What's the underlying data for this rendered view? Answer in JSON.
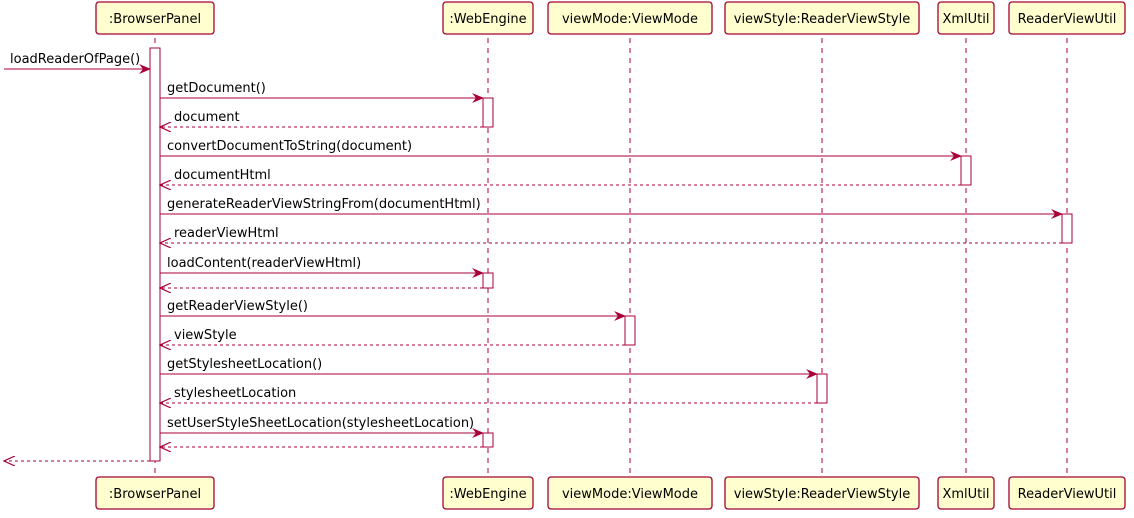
{
  "participants": [
    {
      "id": "bp",
      "label": ":BrowserPanel"
    },
    {
      "id": "we",
      "label": ":WebEngine"
    },
    {
      "id": "vm",
      "label": "viewMode:ViewMode"
    },
    {
      "id": "vs",
      "label": "viewStyle:ReaderViewStyle"
    },
    {
      "id": "xu",
      "label": "XmlUtil"
    },
    {
      "id": "ru",
      "label": "ReaderViewUtil"
    }
  ],
  "messages": [
    {
      "from": "ext",
      "to": "bp",
      "label": "loadReaderOfPage()",
      "kind": "call"
    },
    {
      "from": "bp",
      "to": "we",
      "label": "getDocument()",
      "kind": "call"
    },
    {
      "from": "we",
      "to": "bp",
      "label": "document",
      "kind": "return"
    },
    {
      "from": "bp",
      "to": "xu",
      "label": "convertDocumentToString(document)",
      "kind": "call"
    },
    {
      "from": "xu",
      "to": "bp",
      "label": "documentHtml",
      "kind": "return"
    },
    {
      "from": "bp",
      "to": "ru",
      "label": "generateReaderViewStringFrom(documentHtml)",
      "kind": "call"
    },
    {
      "from": "ru",
      "to": "bp",
      "label": "readerViewHtml",
      "kind": "return"
    },
    {
      "from": "bp",
      "to": "we",
      "label": "loadContent(readerViewHtml)",
      "kind": "call"
    },
    {
      "from": "we",
      "to": "bp",
      "label": "",
      "kind": "return"
    },
    {
      "from": "bp",
      "to": "vm",
      "label": "getReaderViewStyle()",
      "kind": "call"
    },
    {
      "from": "vm",
      "to": "bp",
      "label": "viewStyle",
      "kind": "return"
    },
    {
      "from": "bp",
      "to": "vs",
      "label": "getStylesheetLocation()",
      "kind": "call"
    },
    {
      "from": "vs",
      "to": "bp",
      "label": "stylesheetLocation",
      "kind": "return"
    },
    {
      "from": "bp",
      "to": "we",
      "label": "setUserStyleSheetLocation(stylesheetLocation)",
      "kind": "call"
    },
    {
      "from": "we",
      "to": "bp",
      "label": "",
      "kind": "return"
    },
    {
      "from": "bp",
      "to": "ext",
      "label": "",
      "kind": "return"
    }
  ],
  "colors": {
    "participant_fill": "#FEFECE",
    "participant_border": "#A80036",
    "arrow": "#A80036",
    "activation_fill": "#FFFFFF"
  }
}
